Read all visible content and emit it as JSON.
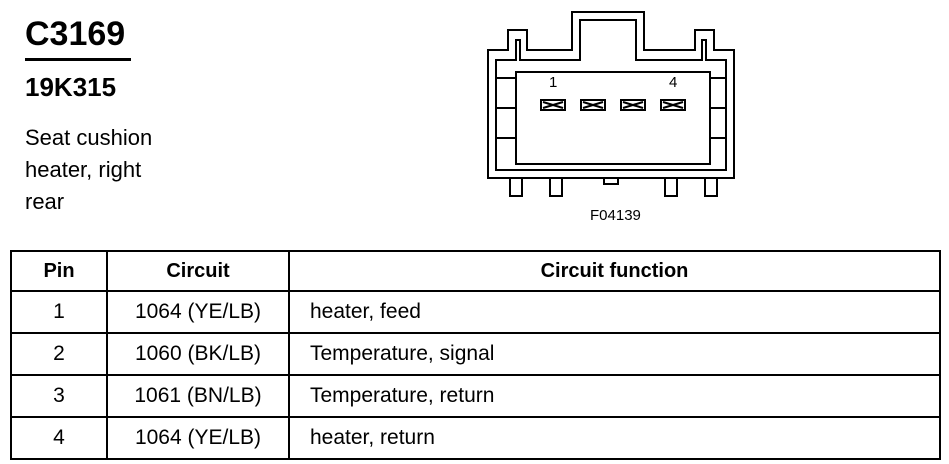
{
  "connector": {
    "id": "C3169",
    "part_number": "19K315",
    "description": "Seat cushion heater, right rear",
    "figure_id": "F04139",
    "pin_labels": [
      "1",
      "4"
    ]
  },
  "table": {
    "headers": [
      "Pin",
      "Circuit",
      "Circuit function"
    ],
    "rows": [
      {
        "pin": "1",
        "circuit": "1064 (YE/LB)",
        "function": "heater, feed"
      },
      {
        "pin": "2",
        "circuit": "1060 (BK/LB)",
        "function": "Temperature, signal"
      },
      {
        "pin": "3",
        "circuit": "1061 (BN/LB)",
        "function": "Temperature, return"
      },
      {
        "pin": "4",
        "circuit": "1064 (YE/LB)",
        "function": "heater, return"
      }
    ]
  }
}
